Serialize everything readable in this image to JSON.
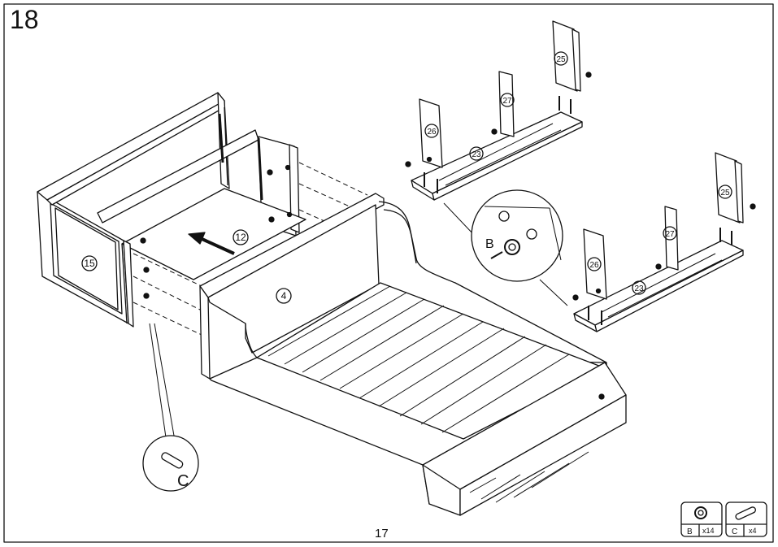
{
  "step_number": "18",
  "page_number": "17",
  "part_labels": {
    "p15": "15",
    "p12": "12",
    "p4": "4",
    "p25a": "25",
    "p27a": "27",
    "p26a": "26",
    "p23a": "23",
    "p25b": "25",
    "p27b": "27",
    "p26b": "26",
    "p23b": "23"
  },
  "hardware_callouts": {
    "b": "B",
    "c": "C"
  },
  "hardware_legend": [
    {
      "letter": "B",
      "qty": "x14",
      "icon": "cam-lock-icon"
    },
    {
      "letter": "C",
      "qty": "x4",
      "icon": "dowel-icon"
    }
  ],
  "arrow": "push-direction-arrow"
}
